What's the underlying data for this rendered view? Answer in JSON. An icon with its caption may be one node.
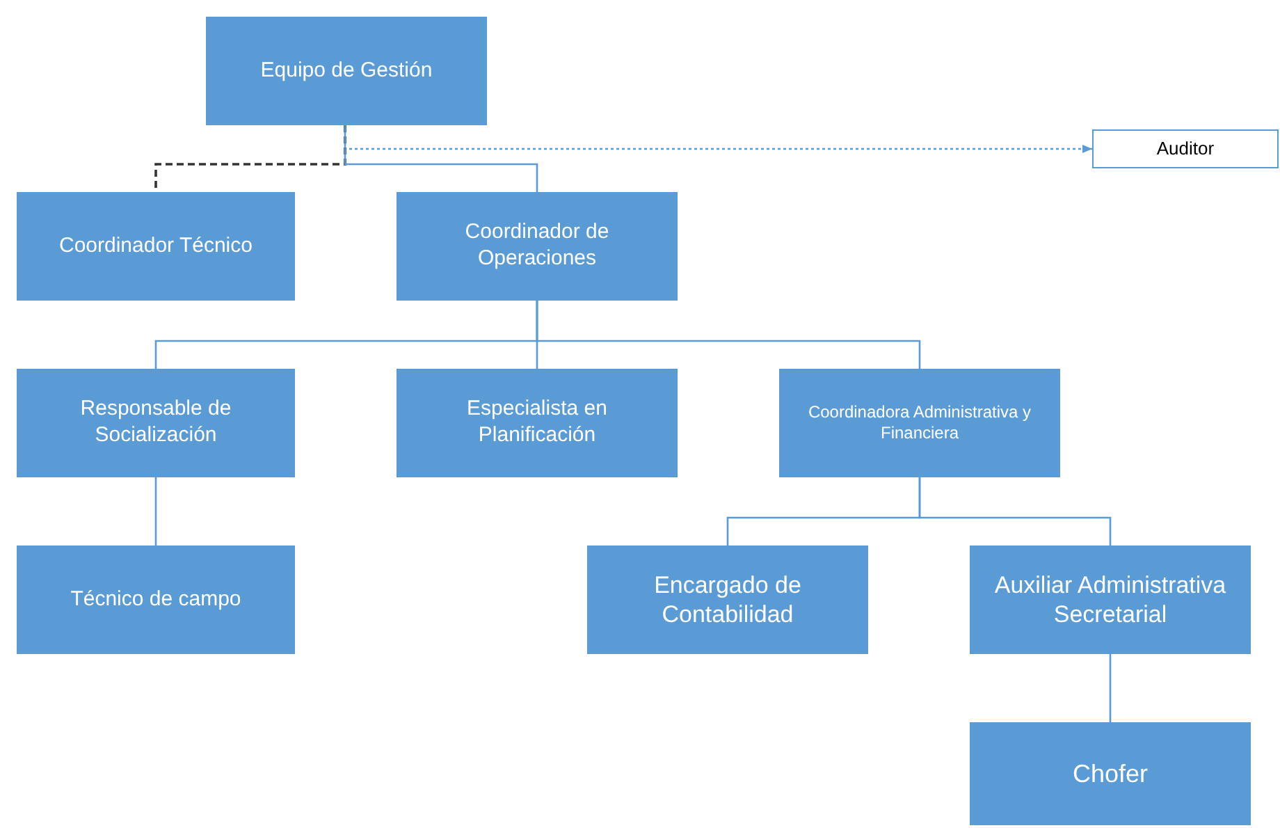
{
  "diagram": {
    "nodes": [
      {
        "text": [
          "Equipo de Gestión"
        ]
      },
      {
        "text": [
          "Auditor"
        ]
      },
      {
        "text": [
          "Coordinador Técnico"
        ]
      },
      {
        "text": [
          "Coordinador de Operaciones"
        ]
      },
      {
        "text": [
          "Responsable de Socialización"
        ]
      },
      {
        "text": [
          "Especialista en Planificación"
        ]
      },
      {
        "text": [
          "Coordinadora Administrativa y Financiera"
        ]
      },
      {
        "text": [
          "Técnico de campo"
        ]
      },
      {
        "text": [
          "Encargado de Contabilidad"
        ]
      },
      {
        "text": [
          "Auxiliar Administrativa Secretarial"
        ]
      },
      {
        "text": [
          "Chofer"
        ]
      }
    ],
    "edges": [
      {
        "from": 0,
        "to": 1,
        "arrow": "to",
        "style": "dashed",
        "color": "#5b9bd5"
      },
      {
        "from": 0,
        "to": 2,
        "arrow": "none",
        "style": "dashed",
        "color": "#333333"
      },
      {
        "from": 0,
        "to": 3,
        "arrow": "none"
      },
      {
        "from": 3,
        "to": 4,
        "arrow": "none"
      },
      {
        "from": 3,
        "to": 5,
        "arrow": "none"
      },
      {
        "from": 3,
        "to": 6,
        "arrow": "none"
      },
      {
        "from": 4,
        "to": 7,
        "arrow": "none"
      },
      {
        "from": 6,
        "to": 8,
        "arrow": "none"
      },
      {
        "from": 6,
        "to": 9,
        "arrow": "none"
      },
      {
        "from": 9,
        "to": 10,
        "arrow": "none"
      }
    ]
  }
}
